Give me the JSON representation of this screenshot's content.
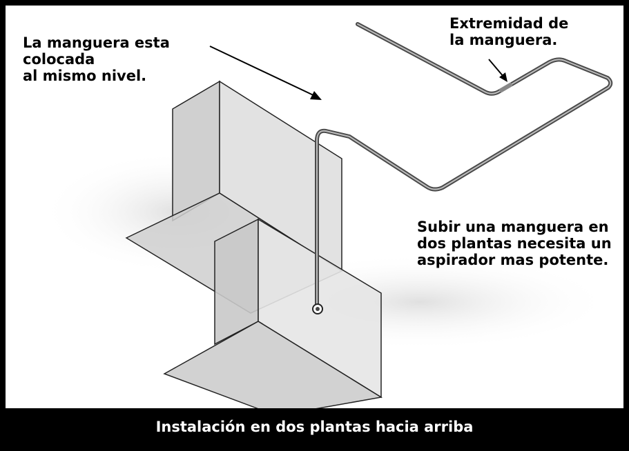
{
  "annotations": {
    "same_level": [
      "La manguera esta",
      "colocada",
      "al mismo nivel."
    ],
    "hose_end": [
      "Extremidad de",
      "la manguera."
    ],
    "two_floors": [
      "Subir una manguera en",
      "dos plantas necesita un",
      "aspirador mas potente."
    ]
  },
  "caption": "Instalación en dos plantas hacia arriba",
  "colors": {
    "border": "#000000",
    "caption_background": "#000000",
    "caption_text": "#ffffff",
    "wall_fill": "#d9d9d9",
    "hose": "#555555",
    "outline": "#222222"
  }
}
